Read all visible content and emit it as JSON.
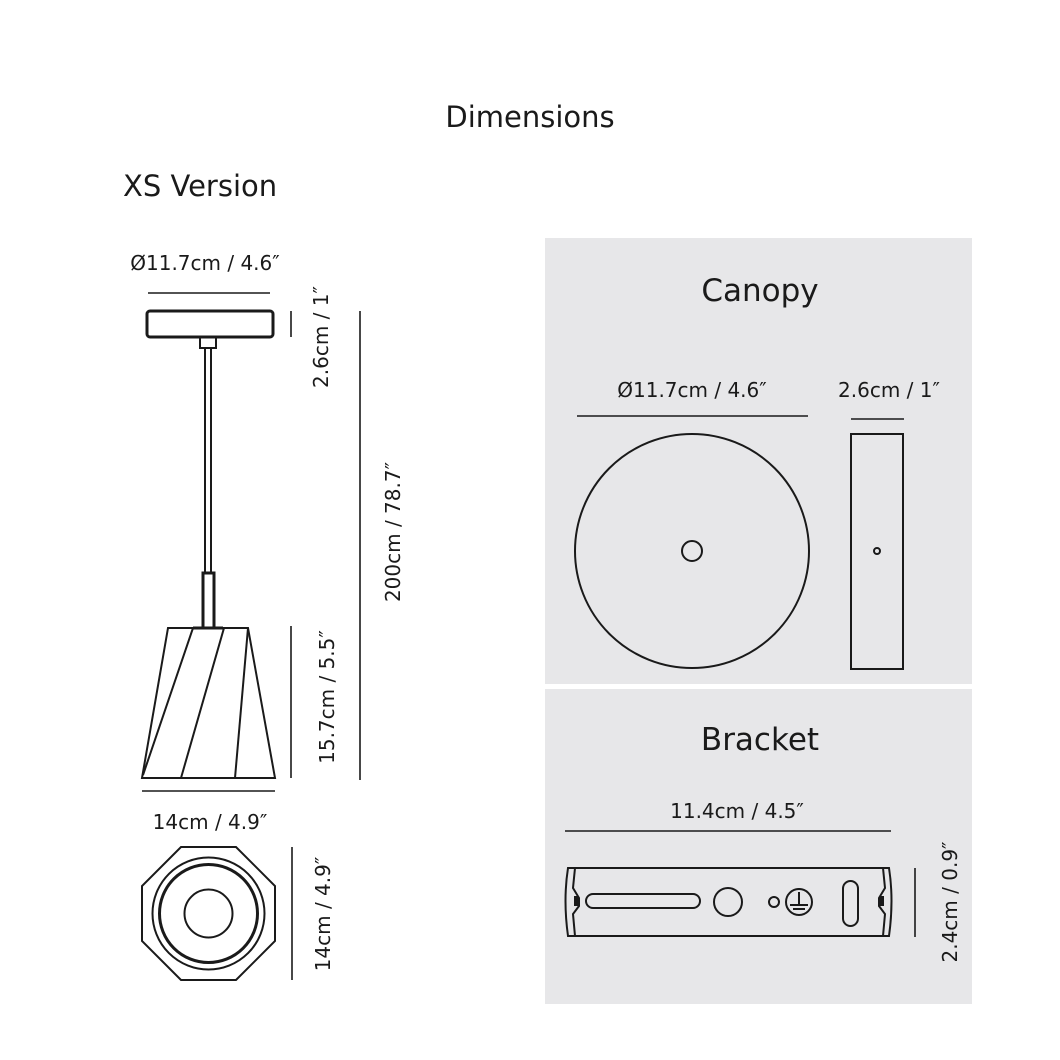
{
  "title": "Dimensions",
  "version_label": "XS Version",
  "pendant": {
    "canopy_diameter": "Ø11.7cm / 4.6″",
    "canopy_height": "2.6cm / 1″",
    "total_height": "200cm / 78.7″",
    "shade_height": "15.7cm / 5.5″",
    "shade_width": "14cm / 4.9″",
    "bottom_depth": "14cm / 4.9″"
  },
  "canopy_panel": {
    "title": "Canopy",
    "diameter": "Ø11.7cm / 4.6″",
    "height": "2.6cm / 1″"
  },
  "bracket_panel": {
    "title": "Bracket",
    "length": "11.4cm / 4.5″",
    "height": "2.4cm / 0.9″"
  },
  "colors": {
    "panel_bg": "#e7e7e9",
    "line": "#1a1a1a"
  }
}
